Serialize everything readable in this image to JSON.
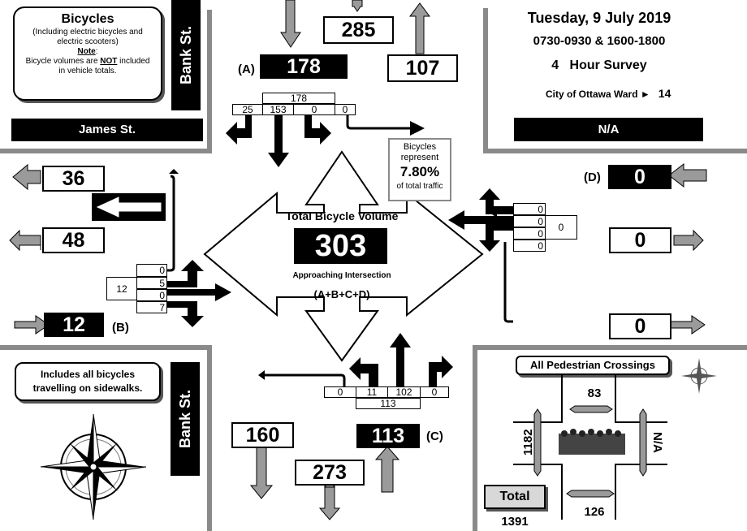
{
  "info": {
    "title": "Bicycles",
    "sub1": "(Including electric bicycles and",
    "sub2": "electric scooters)",
    "note_label": "Note",
    "note_pre": "Bicycle volumes are ",
    "note_not": "NOT",
    "note_post": " included",
    "note_end": "in vehicle totals."
  },
  "streets": {
    "ns": "Bank St.",
    "ew": "James St.",
    "east": "N/A"
  },
  "survey": {
    "date": "Tuesday, 9 July 2019",
    "times": "0730-0930 & 1600-1800",
    "duration_num": "4",
    "duration_text": "Hour Survey",
    "ward_label": "City of Ottawa Ward ►",
    "ward": "14"
  },
  "north": {
    "leg_id": "(A)",
    "approach": "178",
    "total": "285",
    "depart": "107",
    "table_total": "178",
    "movements": [
      "25",
      "153",
      "0",
      "0"
    ]
  },
  "west": {
    "leg_id": "(B)",
    "depart": "36",
    "total": "48",
    "approach": "12",
    "table_total": "12",
    "movements": [
      "0",
      "5",
      "0",
      "7"
    ]
  },
  "east": {
    "leg_id": "(D)",
    "approach": "0",
    "total": "0",
    "depart": "0",
    "table_total": "0",
    "movements": [
      "0",
      "0",
      "0",
      "0"
    ]
  },
  "south": {
    "leg_id": "(C)",
    "approach": "113",
    "total": "273",
    "depart": "160",
    "table_total": "113",
    "movements": [
      "0",
      "11",
      "102",
      "0"
    ]
  },
  "share": {
    "l1": "Bicycles",
    "l2": "represent",
    "pct": "7.80%",
    "l3": "of total traffic"
  },
  "center": {
    "title": "Total Bicycle Volume",
    "total": "303",
    "sub": "Approaching Intersection",
    "formula": "(A+B+C+D)"
  },
  "sidewalk_note": {
    "l1": "Includes all bicycles",
    "l2": "travelling on sidewalks."
  },
  "ped": {
    "title": "All Pedestrian Crossings",
    "north": "83",
    "west": "1182",
    "east": "N/A",
    "south": "126",
    "total_label": "Total",
    "total": "1391"
  },
  "colors": {
    "gray_arrow": "#9a9a9a",
    "shadow": "#7f7f7f"
  },
  "icons": [
    "compass-rose-icon",
    "pedestrian-crowd-icon",
    "one-way-arrow-icon"
  ]
}
